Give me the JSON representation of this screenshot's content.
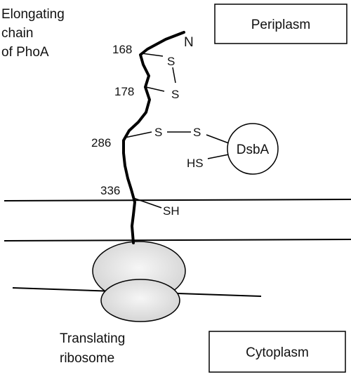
{
  "diagram": {
    "chain_label": [
      "Elongating",
      "chain",
      "of PhoA"
    ],
    "periplasm_label": "Periplasm",
    "cytoplasm_label": "Cytoplasm",
    "ribosome_label": [
      "Translating",
      "ribosome"
    ],
    "n_terminus": "N",
    "residues": [
      "168",
      "178",
      "286",
      "336"
    ],
    "disulfide_1": [
      "S",
      "S"
    ],
    "disulfide_2": [
      "S",
      "S"
    ],
    "dsba_label": "DsbA",
    "dsba_thiol": "HS",
    "free_thiol": "SH",
    "colors": {
      "line": "#000000",
      "ribosome_fill": "#d9d9d9",
      "ribosome_highlight": "#f4f4f4"
    }
  }
}
